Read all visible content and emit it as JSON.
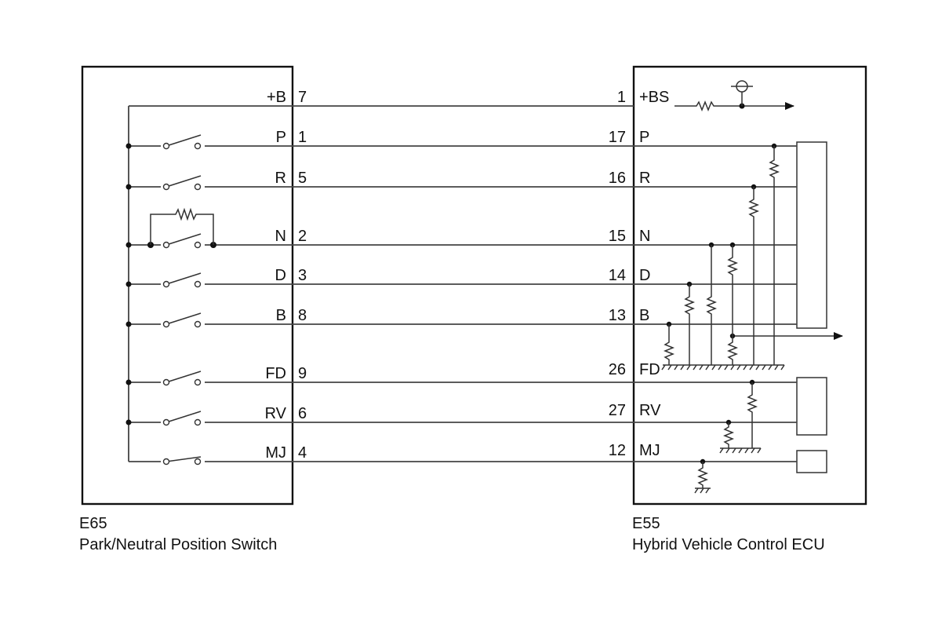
{
  "left_component": {
    "id": "E65",
    "name": "Park/Neutral Position Switch",
    "pins": [
      {
        "name": "+B",
        "num": "7"
      },
      {
        "name": "P",
        "num": "1"
      },
      {
        "name": "R",
        "num": "5"
      },
      {
        "name": "N",
        "num": "2"
      },
      {
        "name": "D",
        "num": "3"
      },
      {
        "name": "B",
        "num": "8"
      },
      {
        "name": "FD",
        "num": "9"
      },
      {
        "name": "RV",
        "num": "6"
      },
      {
        "name": "MJ",
        "num": "4"
      }
    ]
  },
  "right_component": {
    "id": "E55",
    "name": "Hybrid Vehicle Control ECU",
    "pins": [
      {
        "name": "+BS",
        "num": "1"
      },
      {
        "name": "P",
        "num": "17"
      },
      {
        "name": "R",
        "num": "16"
      },
      {
        "name": "N",
        "num": "15"
      },
      {
        "name": "D",
        "num": "14"
      },
      {
        "name": "B",
        "num": "13"
      },
      {
        "name": "FD",
        "num": "26"
      },
      {
        "name": "RV",
        "num": "27"
      },
      {
        "name": "MJ",
        "num": "12"
      }
    ]
  }
}
